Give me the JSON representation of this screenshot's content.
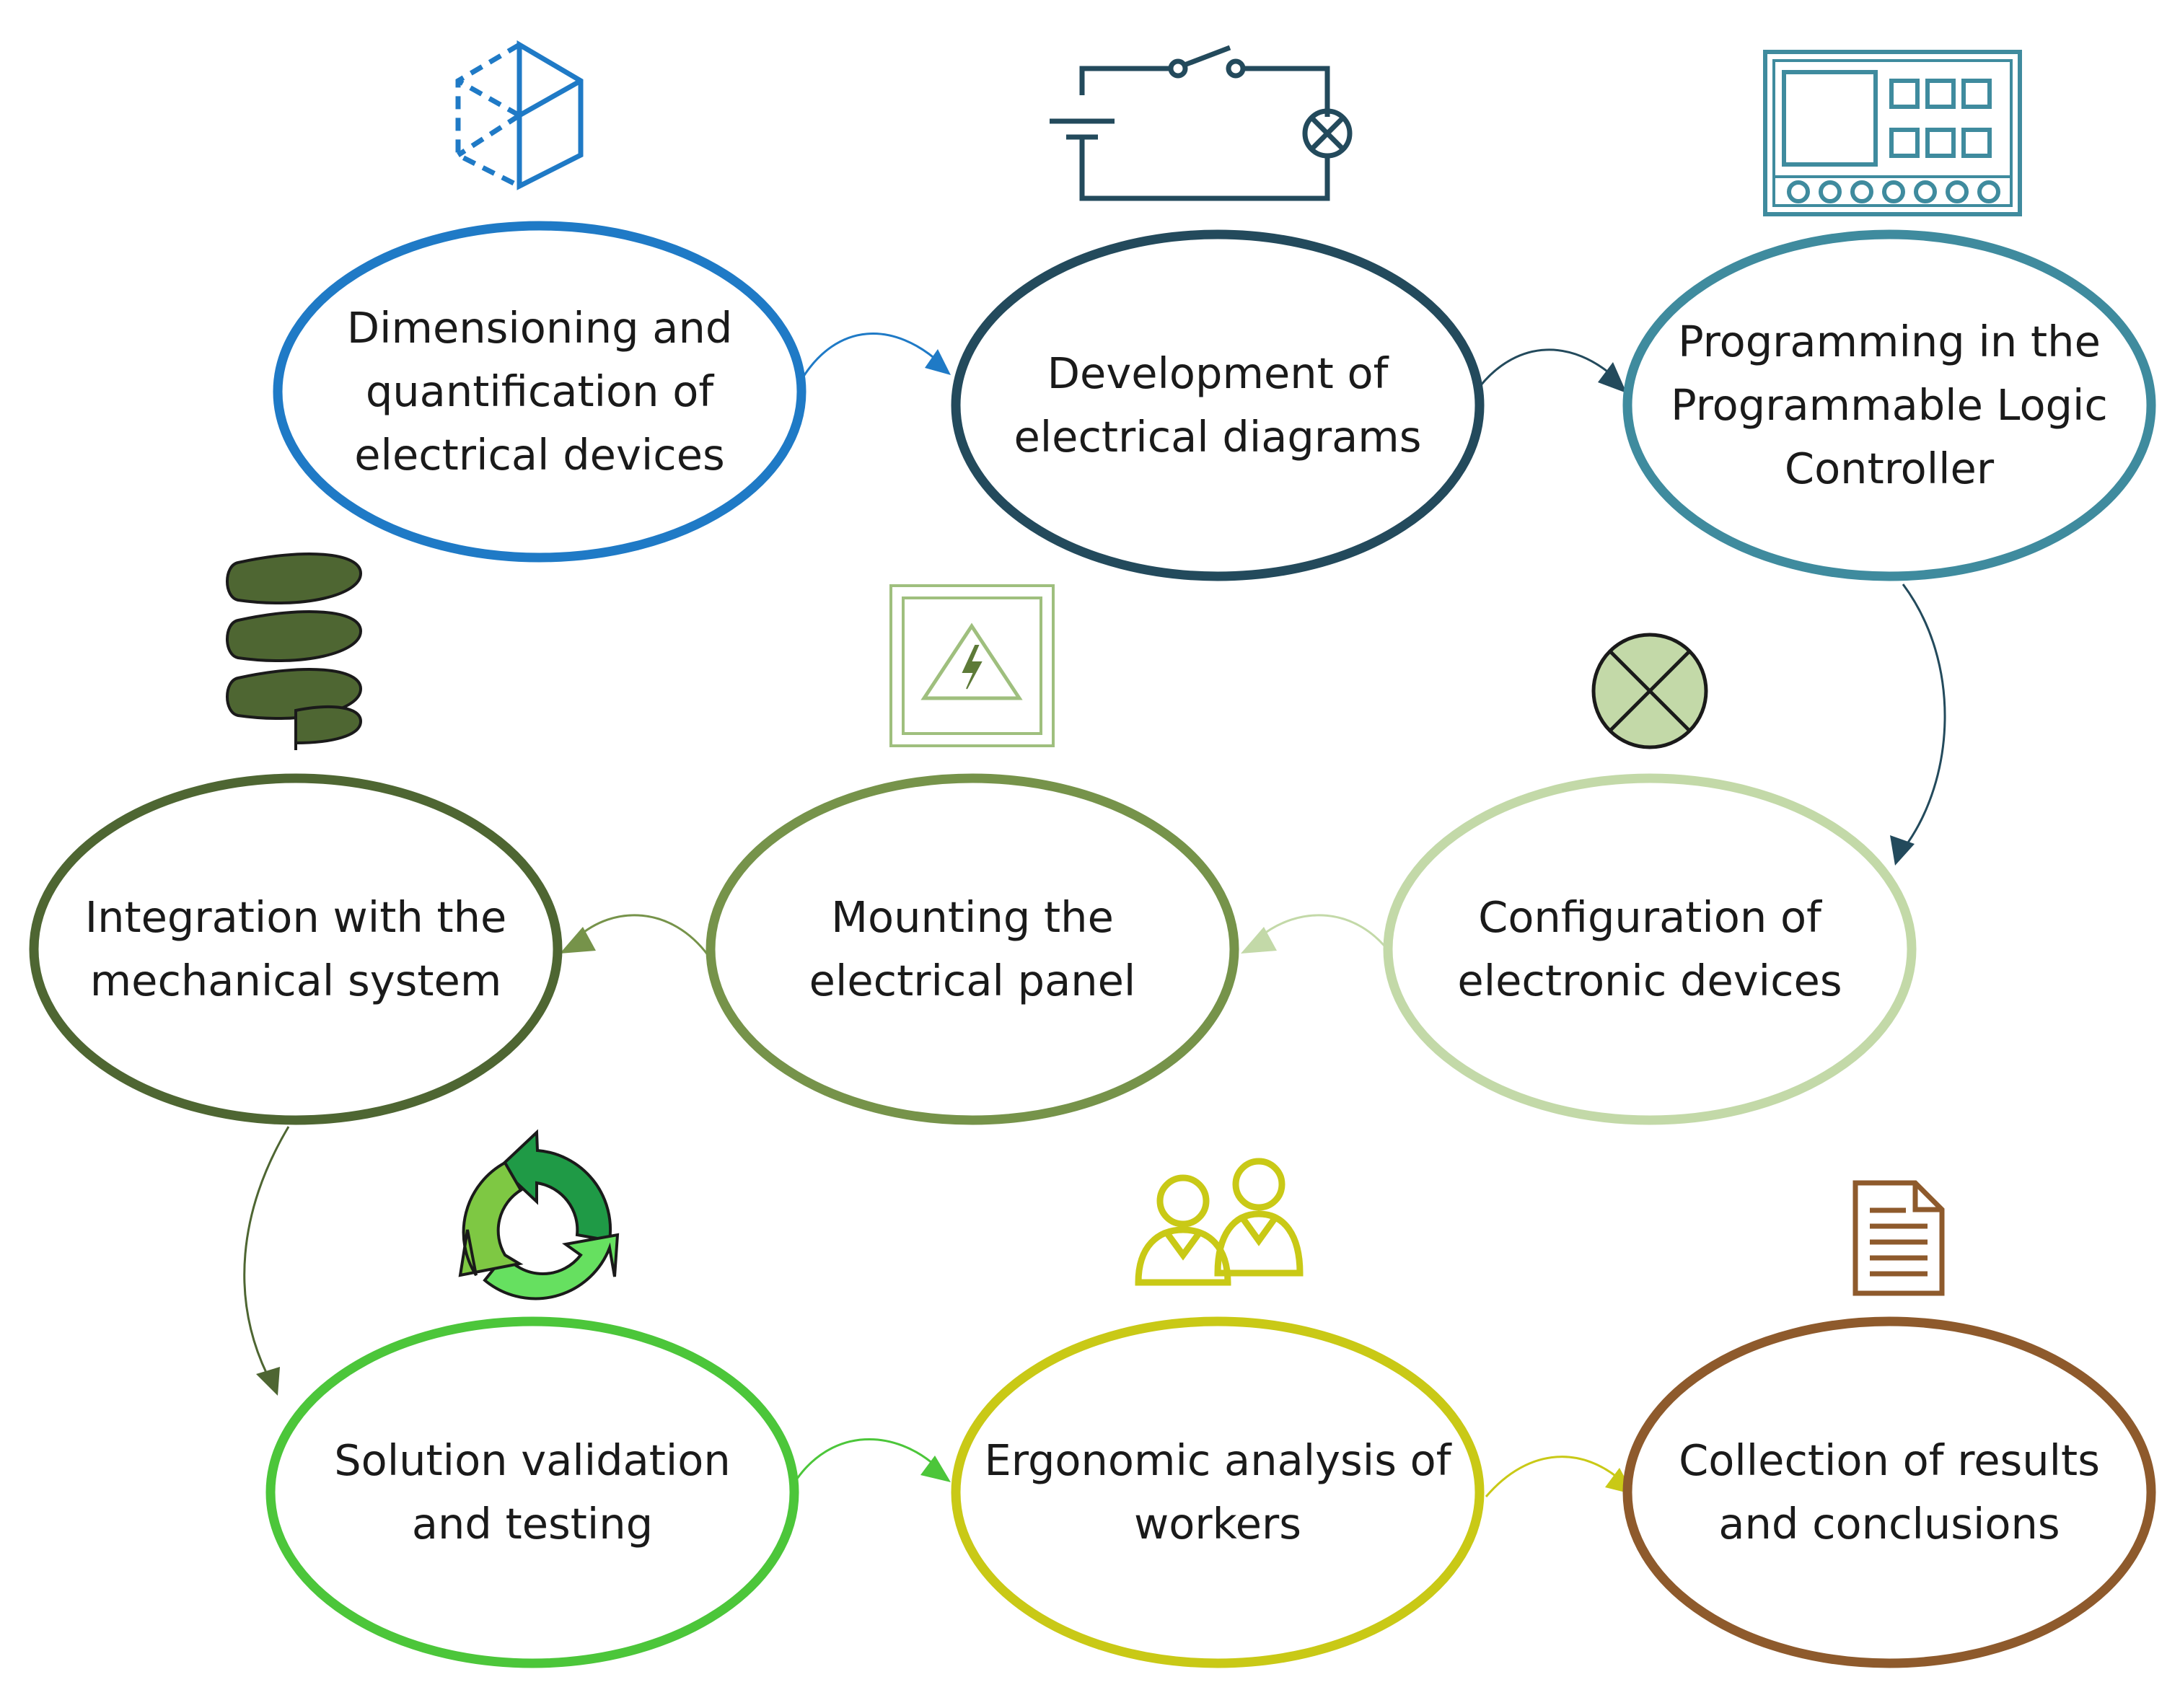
{
  "nodes": [
    {
      "id": "dimensioning",
      "lines": [
        "Dimensioning and",
        "quantification of",
        "electrical devices"
      ],
      "color": "#1f7ac6",
      "icon": "cube-icon"
    },
    {
      "id": "diagrams",
      "lines": [
        "Development of",
        "electrical diagrams"
      ],
      "color": "#234a5c",
      "icon": "circuit-icon"
    },
    {
      "id": "plc",
      "lines": [
        "Programming in the",
        "Programmable Logic",
        "Controller"
      ],
      "color": "#3f8b9e",
      "icon": "plc-icon"
    },
    {
      "id": "config",
      "lines": [
        "Configuration of",
        "electronic devices"
      ],
      "color": "#c3d9a8",
      "icon": "lamp-icon"
    },
    {
      "id": "panel",
      "lines": [
        "Mounting the",
        "electrical panel"
      ],
      "color": "#76934a",
      "icon": "electrical-panel-icon"
    },
    {
      "id": "mechanical",
      "lines": [
        "Integration with the",
        "mechanical system"
      ],
      "color": "#4e6632",
      "icon": "spring-icon"
    },
    {
      "id": "validation",
      "lines": [
        "Solution validation",
        "and testing"
      ],
      "color": "#4cc63a",
      "icon": "recycle-icon"
    },
    {
      "id": "ergonomic",
      "lines": [
        "Ergonomic analysis of",
        "workers"
      ],
      "color": "#c9c916",
      "icon": "users-icon"
    },
    {
      "id": "results",
      "lines": [
        "Collection of results",
        "and conclusions"
      ],
      "color": "#8e5a2c",
      "icon": "document-icon"
    }
  ],
  "connectors": [
    {
      "from": "dimensioning",
      "to": "diagrams"
    },
    {
      "from": "diagrams",
      "to": "plc"
    },
    {
      "from": "plc",
      "to": "config"
    },
    {
      "from": "config",
      "to": "panel"
    },
    {
      "from": "panel",
      "to": "mechanical"
    },
    {
      "from": "mechanical",
      "to": "validation"
    },
    {
      "from": "validation",
      "to": "ergonomic"
    },
    {
      "from": "ergonomic",
      "to": "results"
    }
  ]
}
